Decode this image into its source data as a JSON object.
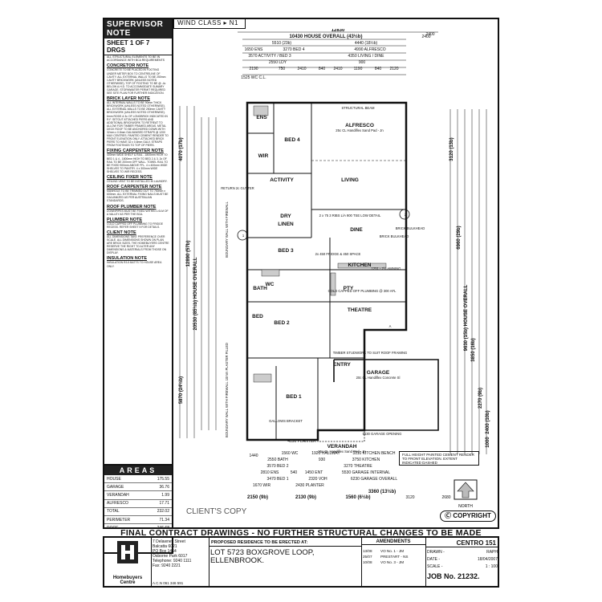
{
  "supervisor": {
    "title": "SUPERVISOR NOTE",
    "sheet": "SHEET 1 OF 7 DRGS",
    "intro": "ALL STRUCTURAL ELEMENTS TO BE IN ACCORDANCE WITH BCA REQUIREMENTS",
    "sections": [
      {
        "head": "CONCRETOR NOTE",
        "body": "CONCRETE TO BE PLACED IN FOOTING UNDER METER BOX TO CENTRELINE OF CAVITY. ALL EXTERNAL WALLS TO BE 250mm CAVITY BRICKWORK (UNLESS NOTED OTHERWISE). TOP OF FOOTING TO BE @ -4c BELOW A.H.D. TO ACCOMMODATE SUMARY GARAGE. STORMWATER PERMIT REQUIRED SEE SITE PLAN FOR FURTHER INDICATION."
      },
      {
        "head": "BRICK LAYER NOTE",
        "body": "ALL INTERNAL WALLS TO BE 90mm THICK BRICKWORK (UNLESS NOTED OTHERWISE). ALL EXTERNAL WALLS TO BE 250mm CAVITY BRICKWORK (UNLESS NOTED OTHERWISE). 6mm RODS & 3c OF LONGBRICK INDICATED IN R.F. SETOUT ATTACHED PIERS AND ADDITIONAL BRICKWORK TO RETREAT TO ALLOW FOR TIMBER FRAMED AREAS. METAL DECK ROOF TO BE ANCHORED DOWN WITH 32mm x 0.8mm GALVANISED STRAPS @ 1200 MAX CENTRES. PAINTED CEMENT RENDER TO FRONT ELEVATION ONLY. ATTACHED BRICK PIERS TO HAVE 32 x 0.8mm GALV. STRAPS FROM FOOTINGS TO TOP OF PIERS."
      },
      {
        "head": "FIXING CARPENTER NOTE",
        "body": "400mm WIDE SHELF & RAIL - 1800mm HIGH TO BED 1 & 4 - 1800mm HIGH TO BED 2 & 3. 2c OF RAIL TO BE 200mm OFF WALL. TOWEL RAIL TO BE FIXED 900mm ABOVE FFL. 4 x 400mm WIDE SHELVES TO PANTRY. 4 x 300mm WIDE SHELVES TO WIR RECESS."
      },
      {
        "head": "CEILING FIXER NOTE",
        "body": "CEILING VENT TO BE INSTALLED IN LAUNDRY."
      },
      {
        "head": "ROOF CARPENTER NOTE",
        "body": "MANHOLE TO BE TRIMMED OUT TO 750mm x 600mm. ALL EXTERNAL FIXING NAILS MUST BE GALVANIZED AS PER AUSTRALIAN STANDARDS."
      },
      {
        "head": "ROOF PLUMBER NOTE",
        "body": "DOWNPIPES MUST BE FIXED WITHIN 1.0LM OF A VALLEY AS PER THE BCA."
      },
      {
        "head": "PLUMBER NOTE",
        "body": "COLD CAPPED OFF PLUMBING TO FRIDGE RECESS. REFER SHEET 5 FOR DETAILS."
      },
      {
        "head": "CLIENT NOTE",
        "body": "ALL DIMENSIONS TAKE PREFERENCE OVER SCALE. ALL DIMENSIONS SHOWN ON PLAN ARE BRICK SIZES. THE HOMEBUYERS CENTRE RESERVE THE RIGHT TO ALTER ANY DIMENSIONS & MATERIALS FROM THOSE ON DISPLAY."
      },
      {
        "head": "INSULATION NOTE",
        "body": "INSULATION R3.5 BATTS TO HOUSE AREA ONLY."
      }
    ]
  },
  "areas": {
    "title": "AREAS",
    "rows": [
      {
        "label": "HOUSE",
        "value": "175.55"
      },
      {
        "label": "GARAGE",
        "value": "36.76"
      },
      {
        "label": "VERANDAH",
        "value": "1.99"
      },
      {
        "label": "ALFRESCO",
        "value": "17.71"
      },
      {
        "label": "TOTAL",
        "value": "232.02"
      },
      {
        "label": "PERIMETER",
        "value": "71.34"
      },
      {
        "label": "ROOF",
        "value": "246.68"
      }
    ]
  },
  "wind_class": "WIND CLASS  ▸ N1",
  "banner": "FINAL CONTRACT DRAWINGS - NO FURTHER STRUCTURAL CHANGES TO BE MADE",
  "company": {
    "name1": "Homebuyers",
    "name2": "Centre",
    "address": [
      "7 Delawney Street",
      "Balcatta 6021",
      "PO Box 1464",
      "Osborne Park 6017",
      "Telephone: 9240 1111",
      "Fax: 9240 2221"
    ],
    "acn": "A.C.N 061 346 591"
  },
  "project": {
    "heading": "PROPOSED RESIDENCE TO BE ERECTED AT:",
    "line1": "LOT 5723 BOXGROVE LOOP,",
    "line2": "ELLENBROOK."
  },
  "amendments": {
    "heading": "AMENDMENTS",
    "rows": [
      {
        "date": "13/08",
        "text": "VO No. 1 - JM"
      },
      {
        "date": "25/07",
        "text": "PRESTART - NS"
      },
      {
        "date": "10/08",
        "text": "VO No. 3 - JM"
      }
    ]
  },
  "title_block": {
    "model": "CENTRO 151",
    "drawn_label": "DRAWN -",
    "drawn": "RAPH",
    "date_label": "DATE -",
    "date": "18/04/2007",
    "scale_label": "SCALE -",
    "scale": "1 : 100",
    "job_label": "JOB No.",
    "job": "21232."
  },
  "clients_copy": "CLIENT'S COPY",
  "north_label": "NORTH",
  "copyright": "COPYRIGHT",
  "render_note": "FULL HEIGHT PAINTED CEMENT RENDER TO FRONT ELEVATION. EXTENT INDICATED DASHED",
  "plan": {
    "top_dims": [
      "12830",
      "10430 HOUSE OVERALL (43½b)",
      "2400",
      "5510 (23b)",
      "4440 (18½b)",
      "1650 ENS",
      "3270 BED 4",
      "4990 ALFRESCO",
      "3570 ACTIVITY / BED 3",
      "4350 LIVING / DINE",
      "2550 LDY",
      "900",
      "2190",
      "750",
      "2410",
      "840",
      "2410",
      "1190",
      "840",
      "2120",
      "1525 WC C.L."
    ],
    "bottom_dims": [
      "1440",
      "1560 WC",
      "1920 HALLWAY",
      "3110 KITCHEN BENCH",
      "2550 BATH",
      "930",
      "3750 KITCHEN",
      "3570 BED 2",
      "3270 THEATRE",
      "2810 ENS",
      "540",
      "1450 ENT",
      "5530 GARAGE INTERNAL",
      "3470 BED 1",
      "2320 VOH",
      "6230 GARAGE OVERALL",
      "1670 WIR",
      "2430 PLANTER",
      "3360 (13½b)",
      "2150 (9b)",
      "2130 (9b)",
      "1560 (6½b)",
      "3120",
      "2680",
      "4190 PLANTER",
      "2400"
    ],
    "left_dims": [
      "4070 (17b)",
      "12890 (57b)",
      "20530 (85½b) HOUSE OVERALL",
      "5870 (24½b)"
    ],
    "right_dims": [
      "3120 (13b)",
      "6960 (29b)",
      "9630 (15b) HOUSE OVERALL",
      "3850 (16b)",
      "2270 (9b)",
      "2400 (10b)",
      "1000"
    ],
    "rooms": [
      {
        "name": "ALFRESCO",
        "sub": "25c CL Handiflex Sand Pad - Jn"
      },
      {
        "name": "BED 4",
        "sub": ""
      },
      {
        "name": "ACTIVITY",
        "sub": ""
      },
      {
        "name": "LIVING",
        "sub": ""
      },
      {
        "name": "DINE",
        "sub": ""
      },
      {
        "name": "BED 3",
        "sub": ""
      },
      {
        "name": "KITCHEN",
        "sub": ""
      },
      {
        "name": "THEATRE",
        "sub": ""
      },
      {
        "name": "BED 2",
        "sub": ""
      },
      {
        "name": "GARAGE",
        "sub": "20c CL Handiflex Concrete Sl"
      },
      {
        "name": "ENTRY",
        "sub": ""
      },
      {
        "name": "BED 1",
        "sub": ""
      },
      {
        "name": "VERANDAH",
        "sub": "25c CL Handiflex Sand Pad - Jn"
      },
      {
        "name": "ENS",
        "sub": ""
      },
      {
        "name": "WIR",
        "sub": ""
      },
      {
        "name": "DRY",
        "sub": ""
      },
      {
        "name": "LINEN",
        "sub": ""
      },
      {
        "name": "BATH",
        "sub": ""
      },
      {
        "name": "WC",
        "sub": ""
      },
      {
        "name": "PTY",
        "sub": ""
      },
      {
        "name": "BED",
        "sub": ""
      }
    ],
    "labels": [
      "STRUCTURAL BEAM",
      "BOUNDARY WALL WITH FIREWALL",
      "RETURN 2c GUTTER",
      "BRICK BULKHEAD",
      "1251 - 2½ AWNING",
      "COLD CAPPED OFF PLUMBING @ 300 AFL",
      "TIMBER STUDWORK TO SUIT ROOF FRAMING",
      "5530 GARAGE OPENING",
      "BOUNDARY WALL WITH FIREWALL 10mm PLASTER FILLED",
      "GALLOWS BRACKET",
      "BRICK BULKHEAD",
      "2x 450 FRIDGE & 450 SPACE",
      "2 x 75 3 RIBS L/A 900 TSE LOW DETAIL",
      "A",
      "2",
      "1"
    ]
  }
}
